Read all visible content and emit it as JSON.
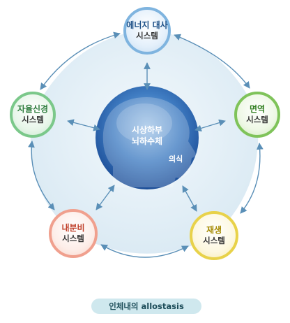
{
  "center": {
    "line1": "시상하부",
    "line2": "뇌하수체",
    "sublabel": "의식"
  },
  "nodes": {
    "energy": {
      "line1": "에너지 대사",
      "line2": "시스템"
    },
    "autonomic": {
      "line1": "자율신경",
      "line2": "시스템"
    },
    "immune": {
      "line1": "면역",
      "line2": "시스템"
    },
    "endocrine": {
      "line1": "내분비",
      "line2": "시스템"
    },
    "regen": {
      "line1": "재생",
      "line2": "시스템"
    }
  },
  "caption": "인체내의 allostasis",
  "colors": {
    "background_pentagon": "#dcebf4",
    "connector": "#5a8fb7",
    "head": "#1e5aa6",
    "caption_bg": "#cfe8ee"
  }
}
